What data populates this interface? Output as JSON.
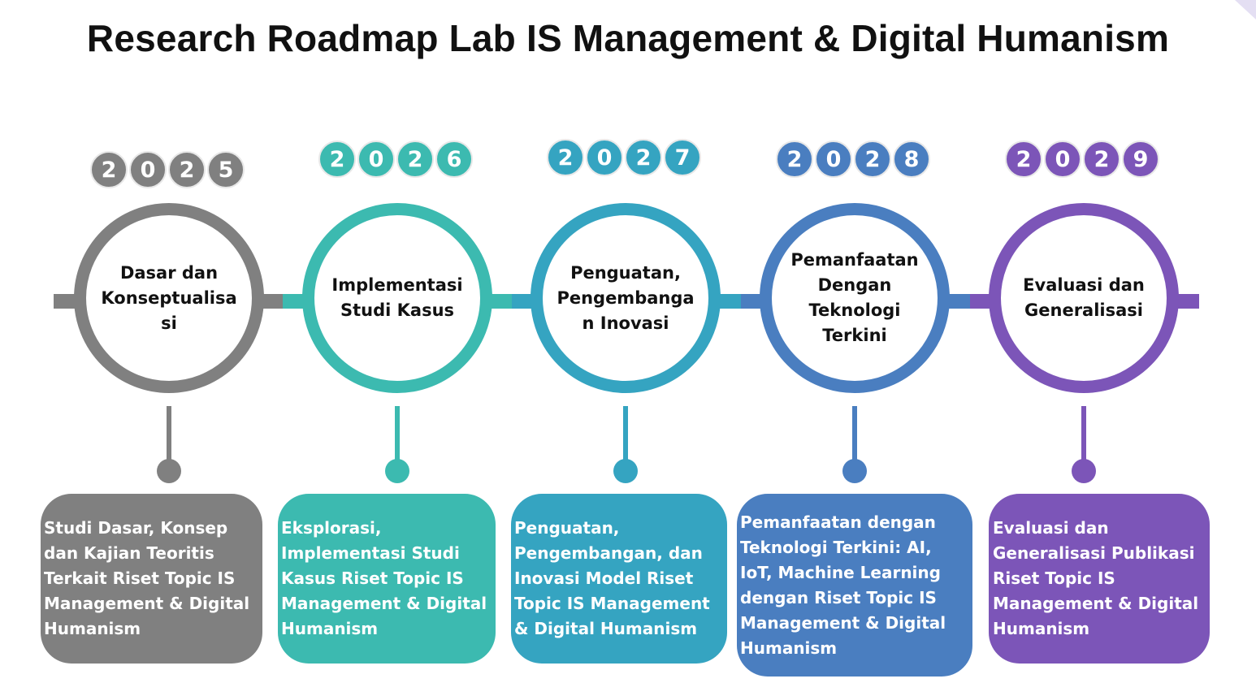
{
  "title": "Research Roadmap Lab IS Management & Digital Humanism",
  "stages": [
    {
      "year_digits": [
        "2",
        "0",
        "2",
        "5"
      ],
      "heading": "Dasar dan Konseptualisa si",
      "description": "Studi Dasar, Konsep dan Kajian Teoritis Terkait Riset Topic IS Management & Digital Humanism",
      "color": "#808080"
    },
    {
      "year_digits": [
        "2",
        "0",
        "2",
        "6"
      ],
      "heading": "Implementasi Studi Kasus",
      "description": "Eksplorasi, Implementasi Studi Kasus Riset Topic IS Management & Digital Humanism",
      "color": "#3cbab0"
    },
    {
      "year_digits": [
        "2",
        "0",
        "2",
        "7"
      ],
      "heading": "Penguatan, Pengembanga n Inovasi",
      "description": "Penguatan, Pengembangan, dan Inovasi Model Riset Topic IS Management & Digital Humanism",
      "color": "#35a4c1"
    },
    {
      "year_digits": [
        "2",
        "0",
        "2",
        "8"
      ],
      "heading": "Pemanfaatan Dengan Teknologi Terkini",
      "description": "Pemanfaatan dengan Teknologi Terkini: AI, IoT, Machine Learning dengan Riset Topic IS Management & Digital Humanism",
      "color": "#4a7ec0"
    },
    {
      "year_digits": [
        "2",
        "0",
        "2",
        "9"
      ],
      "heading": "Evaluasi dan Generalisasi",
      "description": "Evaluasi dan Generalisasi Publikasi Riset Topic IS Management & Digital Humanism",
      "color": "#7c55b8"
    }
  ]
}
